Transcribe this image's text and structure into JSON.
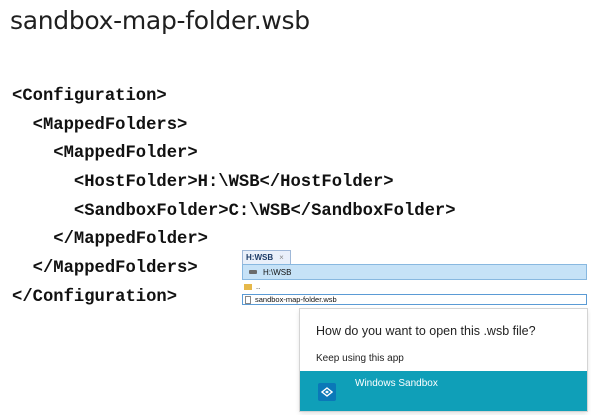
{
  "slide": {
    "title": "sandbox-map-folder.wsb"
  },
  "code": {
    "lines": [
      "<Configuration>",
      "  <MappedFolders>",
      "    <MappedFolder>",
      "      <HostFolder>H:\\WSB</HostFolder>",
      "      <SandboxFolder>C:\\WSB</SandboxFolder>",
      "    </MappedFolder>",
      "  </MappedFolders>",
      "</Configuration>"
    ]
  },
  "file_manager": {
    "tab_label": "H:WSB",
    "tab_close": "×",
    "path": "H:\\WSB",
    "items": [
      {
        "name": "..",
        "icon": "folder-icon"
      },
      {
        "name": "sandbox-map-folder.wsb",
        "icon": "file-icon"
      }
    ]
  },
  "open_with_dialog": {
    "question": "How do you want to open this .wsb file?",
    "keep_using": "Keep using this app",
    "app_name": "Windows Sandbox",
    "app_icon": "windows-sandbox-icon",
    "accent_color": "#0f9fb8"
  }
}
